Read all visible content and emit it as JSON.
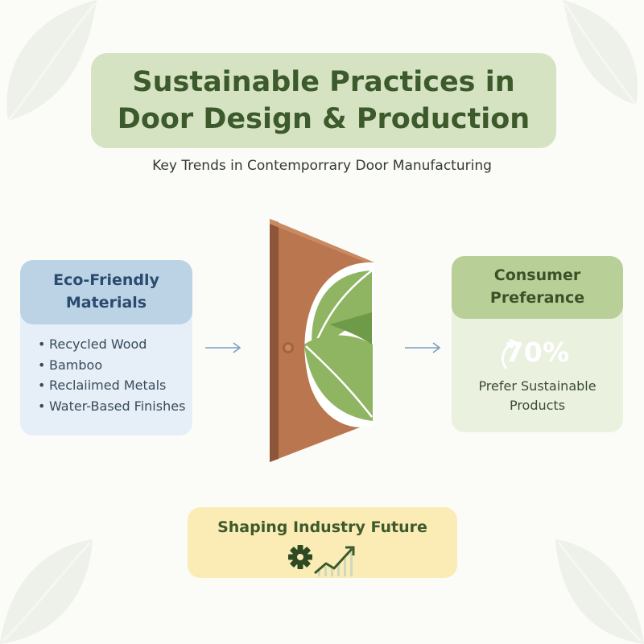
{
  "title": "Sustainable Practices in Door Design & Production",
  "subtitle": "Key Trends in Contemporrary Door Manufacturing",
  "eco_card": {
    "title": "Eco-Friendly Materials",
    "items": [
      "Recycled Wood",
      "Bamboo",
      "Reclaiimed Metals",
      "Water-Based Finishes"
    ]
  },
  "consumer_card": {
    "title": "Consumer Preferance",
    "stat_value": "70%",
    "stat_label": "Prefer Sustainable Products"
  },
  "future_box": {
    "title": "Shaping Industry Future"
  },
  "icons": {
    "door": "door-leaf-icon",
    "gear": "gear-icon",
    "growth": "growth-chart-icon",
    "arrow": "arrow-right-icon"
  },
  "colors": {
    "title_bg": "#d5e3c2",
    "title_text": "#3d5a2c",
    "eco_header": "#bcd3e6",
    "eco_body": "#e6eff7",
    "consumer_header": "#b9cf98",
    "consumer_body": "#eaf1df",
    "future_bg": "#fbecb6",
    "door_wood": "#b9764f",
    "leaf_green": "#8cb35e"
  }
}
